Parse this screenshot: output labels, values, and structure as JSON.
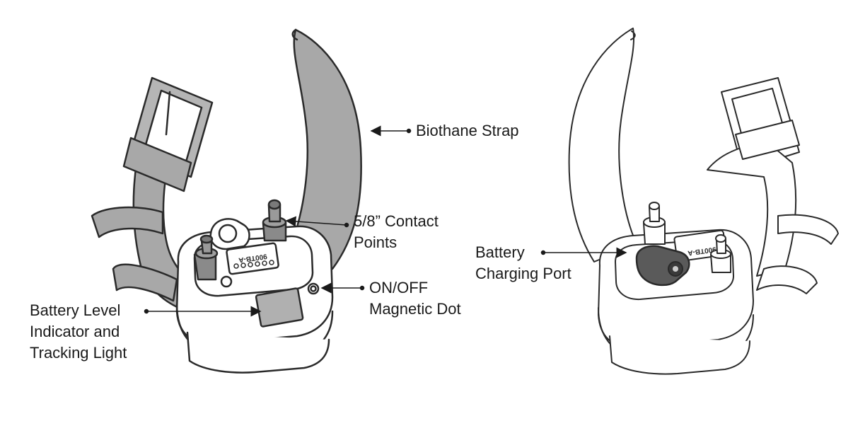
{
  "labels": {
    "strap": {
      "line1": "Biothane Strap"
    },
    "contact": {
      "line1": "5/8” Contact",
      "line2": "Points"
    },
    "onoff": {
      "line1": "ON/OFF",
      "line2": "Magnetic Dot"
    },
    "battery_level": {
      "line1": "Battery Level",
      "line2": "Indicator and",
      "line3": "Tracking Light"
    },
    "charging": {
      "line1": "Battery",
      "line2": "Charging Port"
    }
  },
  "device": {
    "model_text": "900TB-A"
  },
  "colors": {
    "strap_fill": "#a8a8a8",
    "outline": "#2a2a2a",
    "device_fill": "#ffffff",
    "port_fill": "#5a5a5a",
    "text": "#1a1a1a"
  }
}
